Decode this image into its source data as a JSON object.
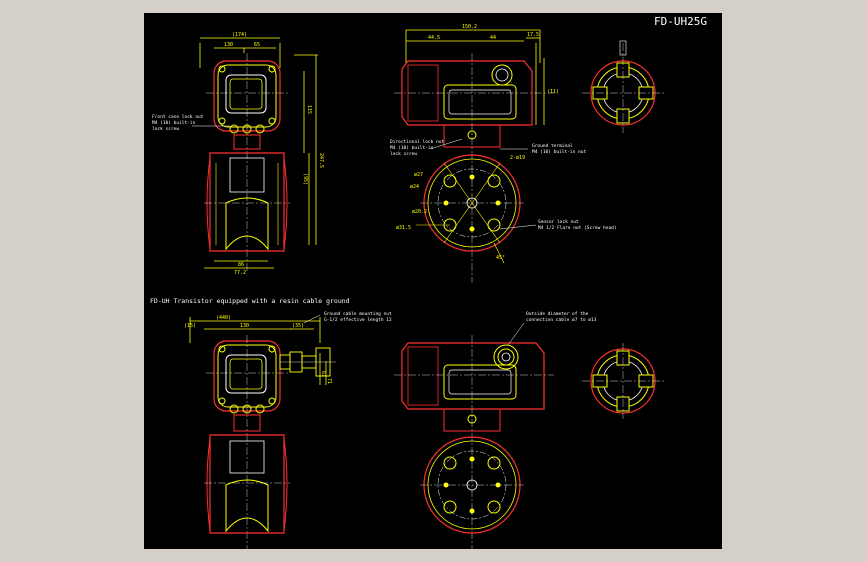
{
  "drawing": {
    "title": "FD-UH25G",
    "section_title": "FD-UH Transistor equipped with a resin cable ground",
    "notes": {
      "front_case_lock_nut": [
        "Front case lock nut",
        "M4 (10) built-in",
        "lock screw"
      ],
      "directional_lock_nut": [
        "Directional lock nut",
        "M4 (10) built-in",
        "lock screw"
      ],
      "ground_terminal": [
        "Ground terminal",
        "M4 (10) built-in nut"
      ],
      "sensor_lock_nut": [
        "Sensor lock nut",
        "M4 1/2 Flare nut (Screw head)"
      ],
      "ground_cable_mounting": [
        "Ground cable mounting nut",
        "G-1/2 effective length 12"
      ],
      "cable_diameter": [
        "Outside diameter of the",
        "connection cable  ø7 to ø13"
      ]
    },
    "dimensions": {
      "top_front_width": "(174)",
      "top_front_inner": "130",
      "top_front_right": "65",
      "top_front_height": "115",
      "top_front_total": "247.5",
      "top_front_mid": "(95)",
      "top_front_bottom_a": "86",
      "top_front_bottom_b": "77.2",
      "top_side_width": "150.2",
      "top_side_a": "44.5",
      "top_side_b": "44",
      "top_side_c": "17.5",
      "top_side_d": "(11)",
      "flange_a": "2-ø19",
      "flange_b": "ø24",
      "flange_c": "ø27",
      "flange_d": "ø31.5",
      "flange_e": "ø20.2",
      "flange_angle": "45°",
      "bottom_total": "(440)",
      "bottom_inner": "130",
      "bottom_left": "(15)",
      "bottom_right": "(35)",
      "bottom_side": "61",
      "bottom_side_b": "71"
    }
  }
}
